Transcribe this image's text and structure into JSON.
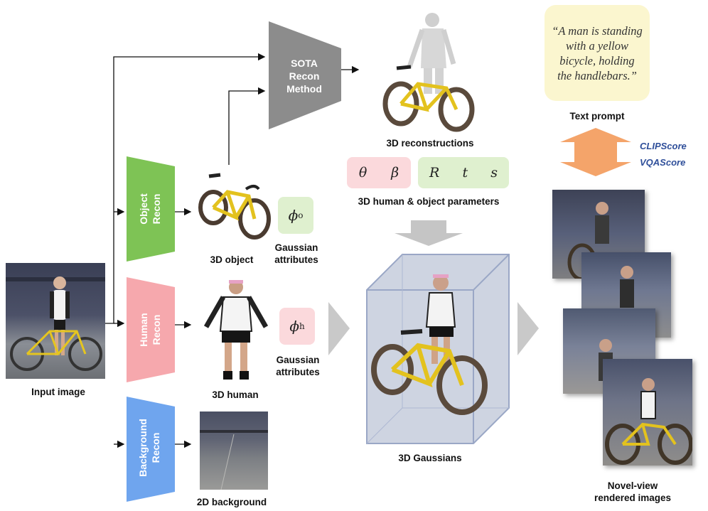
{
  "labels": {
    "input_image": "Input image",
    "sota": [
      "SOTA",
      "Recon",
      "Method"
    ],
    "object_recon": [
      "Object",
      "Recon"
    ],
    "human_recon": [
      "Human",
      "Recon"
    ],
    "background_recon": [
      "Background",
      "Recon"
    ],
    "object_3d": "3D object",
    "human_3d": "3D human",
    "background_2d": "2D background",
    "gaussian_attributes": [
      "Gaussian",
      "attributes"
    ],
    "reconstructions_3d": "3D reconstructions",
    "parameters": "3D human & object parameters",
    "gaussians_3d": "3D Gaussians",
    "text_prompt": "Text prompt",
    "novel_view": [
      "Novel-view",
      "rendered images"
    ]
  },
  "params": {
    "human": [
      "θ",
      "β"
    ],
    "object": [
      "R",
      "t",
      "s"
    ]
  },
  "phi": {
    "object_symbol": "ϕ",
    "object_sub": "o",
    "human_symbol": "ϕ",
    "human_sub": "h"
  },
  "prompt_text": "“A man is standing with a yellow bicycle, holding the handlebars.”",
  "metrics": [
    "CLIPScore",
    "VQAScore"
  ],
  "colors": {
    "object_module": "#7ec355",
    "human_module": "#f6a8ad",
    "background_module": "#6fa5ee",
    "sota_module": "#8c8c8c",
    "metric_text": "#2f4f9a",
    "arrow_orange": "#f4a46a"
  },
  "icons": {
    "bicycle": "bicycle-icon",
    "person": "person-icon"
  }
}
